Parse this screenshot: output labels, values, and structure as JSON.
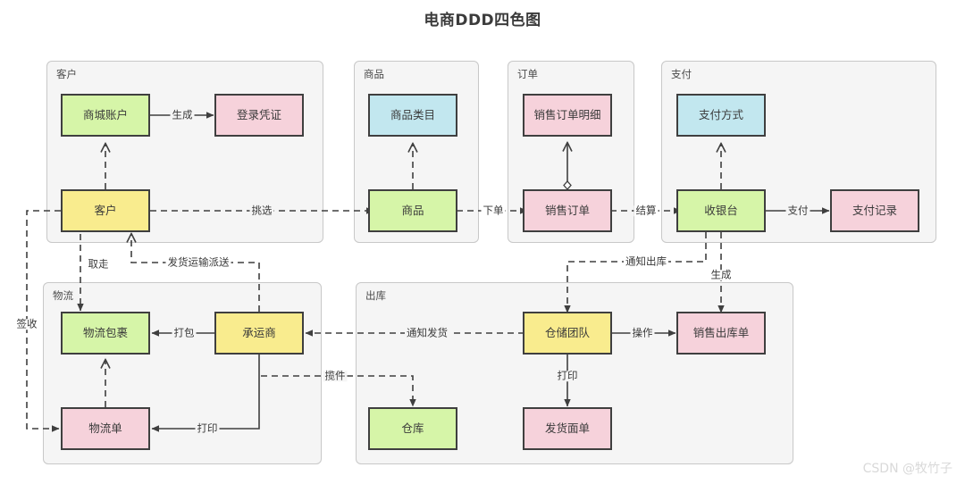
{
  "title": "电商DDD四色图",
  "watermark": "CSDN @牧竹子",
  "palette": {
    "green": "#d6f5a8",
    "pink": "#f6d2db",
    "yellow": "#f9ec8e",
    "blue": "#c2e7ef",
    "group_bg": "#f5f5f5",
    "group_border": "#c8c8c8",
    "node_border": "#3f3f3f",
    "edge": "#4a4a4a"
  },
  "groups": [
    {
      "id": "customer",
      "label": "客户"
    },
    {
      "id": "product",
      "label": "商品"
    },
    {
      "id": "order",
      "label": "订单"
    },
    {
      "id": "payment",
      "label": "支付"
    },
    {
      "id": "logistics",
      "label": "物流"
    },
    {
      "id": "outbound",
      "label": "出库"
    }
  ],
  "nodes": [
    {
      "id": "mall-account",
      "label": "商城账户",
      "color": "green",
      "group": "customer"
    },
    {
      "id": "login-credential",
      "label": "登录凭证",
      "color": "pink",
      "group": "customer"
    },
    {
      "id": "customer",
      "label": "客户",
      "color": "yellow",
      "group": "customer"
    },
    {
      "id": "product-category",
      "label": "商品类目",
      "color": "blue",
      "group": "product"
    },
    {
      "id": "product",
      "label": "商品",
      "color": "green",
      "group": "product"
    },
    {
      "id": "order-detail",
      "label": "销售订单明细",
      "color": "pink",
      "group": "order"
    },
    {
      "id": "sales-order",
      "label": "销售订单",
      "color": "pink",
      "group": "order"
    },
    {
      "id": "payment-method",
      "label": "支付方式",
      "color": "blue",
      "group": "payment"
    },
    {
      "id": "cashier",
      "label": "收银台",
      "color": "green",
      "group": "payment"
    },
    {
      "id": "payment-record",
      "label": "支付记录",
      "color": "pink",
      "group": "payment"
    },
    {
      "id": "logistics-parcel",
      "label": "物流包裹",
      "color": "green",
      "group": "logistics"
    },
    {
      "id": "carrier",
      "label": "承运商",
      "color": "yellow",
      "group": "logistics"
    },
    {
      "id": "logistics-order",
      "label": "物流单",
      "color": "pink",
      "group": "logistics"
    },
    {
      "id": "warehouse-team",
      "label": "仓储团队",
      "color": "yellow",
      "group": "outbound"
    },
    {
      "id": "sales-outbound",
      "label": "销售出库单",
      "color": "pink",
      "group": "outbound"
    },
    {
      "id": "warehouse",
      "label": "仓库",
      "color": "green",
      "group": "outbound"
    },
    {
      "id": "shipping-label",
      "label": "发货面单",
      "color": "pink",
      "group": "outbound"
    }
  ],
  "edges": [
    {
      "id": "e-generate-credential",
      "from": "mall-account",
      "to": "login-credential",
      "label": "生成",
      "style": "solid"
    },
    {
      "id": "e-account-assoc",
      "from": "customer",
      "to": "mall-account",
      "label": "",
      "style": "dashed"
    },
    {
      "id": "e-pick",
      "from": "customer",
      "to": "product",
      "label": "挑选",
      "style": "dashed"
    },
    {
      "id": "e-category-assoc",
      "from": "product",
      "to": "product-category",
      "label": "",
      "style": "dashed"
    },
    {
      "id": "e-place-order",
      "from": "product",
      "to": "sales-order",
      "label": "下单",
      "style": "dashed"
    },
    {
      "id": "e-order-detail",
      "from": "sales-order",
      "to": "order-detail",
      "label": "",
      "style": "aggregation"
    },
    {
      "id": "e-settle",
      "from": "sales-order",
      "to": "cashier",
      "label": "结算",
      "style": "dashed"
    },
    {
      "id": "e-pay-method",
      "from": "cashier",
      "to": "payment-method",
      "label": "",
      "style": "dashed"
    },
    {
      "id": "e-pay",
      "from": "cashier",
      "to": "payment-record",
      "label": "支付",
      "style": "solid"
    },
    {
      "id": "e-notify-outbound",
      "from": "cashier",
      "to": "warehouse-team",
      "label": "通知出库",
      "style": "dashed"
    },
    {
      "id": "e-generate-outbound",
      "from": "cashier",
      "to": "sales-outbound",
      "label": "生成",
      "style": "dashed"
    },
    {
      "id": "e-operate",
      "from": "warehouse-team",
      "to": "sales-outbound",
      "label": "操作",
      "style": "solid"
    },
    {
      "id": "e-print-label",
      "from": "warehouse-team",
      "to": "shipping-label",
      "label": "打印",
      "style": "solid"
    },
    {
      "id": "e-notify-ship",
      "from": "warehouse-team",
      "to": "carrier",
      "label": "通知发货",
      "style": "dashed"
    },
    {
      "id": "e-pickup-parcel",
      "from": "carrier",
      "to": "warehouse",
      "label": "揽件",
      "style": "dashed"
    },
    {
      "id": "e-pack",
      "from": "carrier",
      "to": "logistics-parcel",
      "label": "打包",
      "style": "solid"
    },
    {
      "id": "e-print-waybill",
      "from": "carrier",
      "to": "logistics-order",
      "label": "打印",
      "style": "solid"
    },
    {
      "id": "e-deliver",
      "from": "carrier",
      "to": "customer",
      "label": "发货运输派送",
      "style": "dashed"
    },
    {
      "id": "e-parcel-assoc",
      "from": "logistics-order",
      "to": "logistics-parcel",
      "label": "",
      "style": "dashed"
    },
    {
      "id": "e-take-away",
      "from": "customer",
      "to": "logistics-parcel",
      "label": "取走",
      "style": "dashed"
    },
    {
      "id": "e-sign",
      "from": "customer",
      "to": "logistics-order",
      "label": "签收",
      "style": "dashed"
    }
  ]
}
